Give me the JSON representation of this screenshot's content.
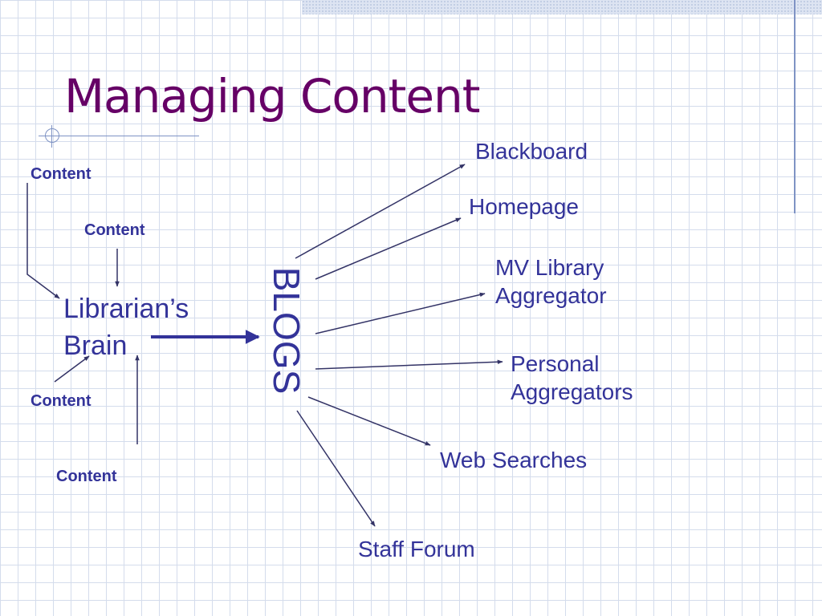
{
  "slide": {
    "title": "Managing Content"
  },
  "diagram": {
    "content_labels": [
      "Content",
      "Content",
      "Content",
      "Content"
    ],
    "source": {
      "line1": "Librarian’s",
      "line2": "Brain"
    },
    "hub": "BLOGS",
    "targets": {
      "blackboard": "Blackboard",
      "homepage": "Homepage",
      "mv_library_line1": "MV Library",
      "mv_library_line2": "Aggregator",
      "personal_line1": "Personal",
      "personal_line2": "Aggregators",
      "web_searches": "Web Searches",
      "staff_forum": "Staff Forum"
    },
    "colors": {
      "title": "#660066",
      "text": "#333399",
      "arrow": "#333366"
    }
  }
}
